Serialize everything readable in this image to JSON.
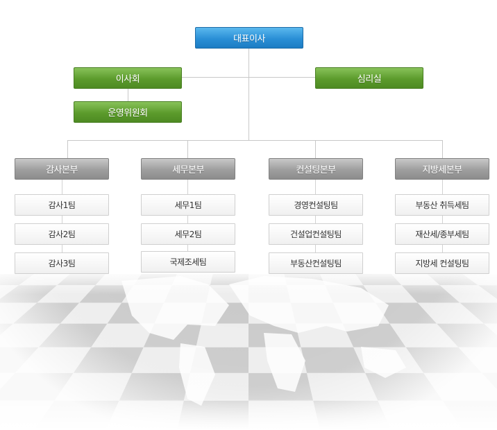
{
  "org": {
    "ceo": "대표이사",
    "board": "이사회",
    "review": "심리실",
    "committee": "운영위원회",
    "divisions": [
      {
        "name": "감사본부",
        "teams": [
          "감사1팀",
          "감사2팀",
          "감사3팀"
        ]
      },
      {
        "name": "세무본부",
        "teams": [
          "세무1팀",
          "세무2팀",
          "국제조세팀"
        ]
      },
      {
        "name": "컨설팅본부",
        "teams": [
          "경영컨설팅팀",
          "건설업컨설팅팀",
          "부동산컨설팅팀"
        ]
      },
      {
        "name": "지방세본부",
        "teams": [
          "부동산 취득세팀",
          "재산세/종부세팀",
          "지방세 컨설팅팀"
        ]
      }
    ]
  },
  "colors": {
    "ceo": "#2a8fd6",
    "board_level": "#5c9b2c",
    "division": "#9e9e9e",
    "connector": "#c8c8c8"
  },
  "decoration": "world-map-checkerboard"
}
